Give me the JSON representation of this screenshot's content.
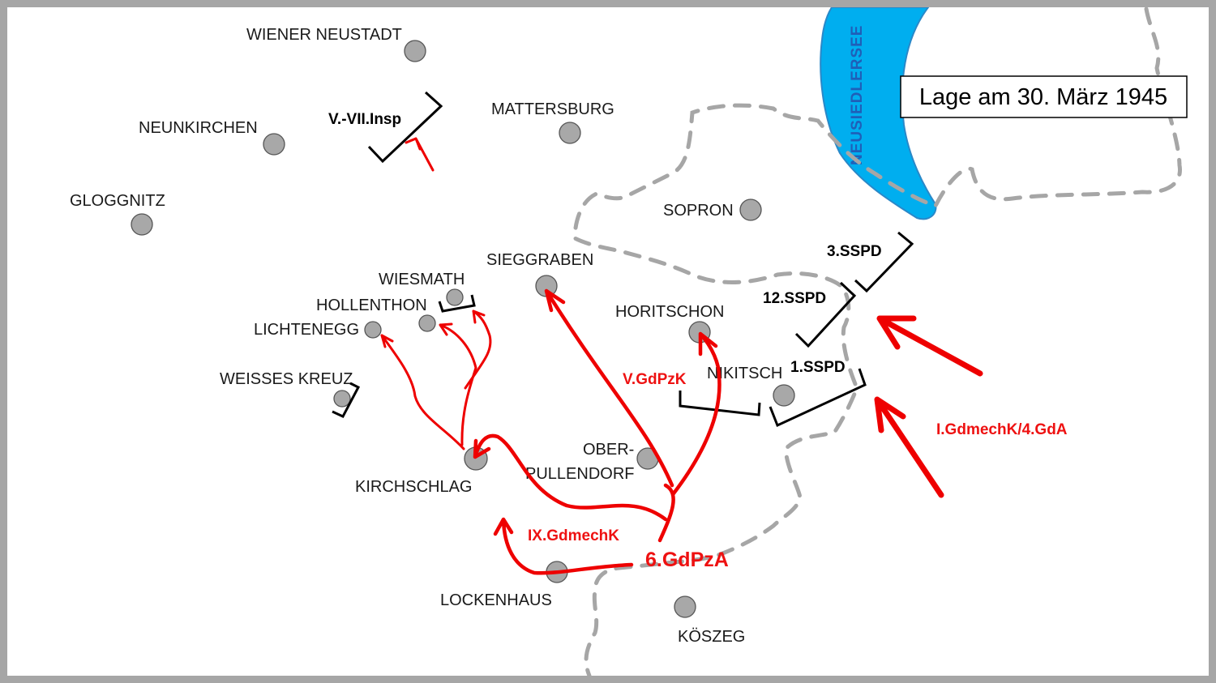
{
  "map": {
    "title": "Lage am 30. März 1945",
    "lake": "NEUSIEDLERSEE",
    "colors": {
      "lake": "#00aeef",
      "attack": "#ee0000",
      "front": "#000000",
      "border": "#a6a6a6",
      "city": "#a8a8a8"
    },
    "cities": {
      "wiener_neustadt": "WIENER NEUSTADT",
      "neunkirchen": "NEUNKIRCHEN",
      "mattersburg": "MATTERSBURG",
      "gloggnitz": "GLOGGNITZ",
      "sopron": "SOPRON",
      "sieggraben": "SIEGGRABEN",
      "wiesmath": "WIESMATH",
      "hollenthon": "HOLLENTHON",
      "lichtenegg": "LICHTENEGG",
      "horitschon": "HORITSCHON",
      "nikitsch": "NIKITSCH",
      "weisses_kreuz": "WEISSES KREUZ",
      "ober_pullendorf_1": "OBER-",
      "ober_pullendorf_2": "PULLENDORF",
      "kirchschlag": "KIRCHSCHLAG",
      "lockenhaus": "LOCKENHAUS",
      "koszeg": "KÖSZEG"
    },
    "units_german": {
      "insp": "V.-VII.Insp",
      "ss3": "3.SSPD",
      "ss12": "12.SSPD",
      "ss1": "1.SSPD"
    },
    "units_soviet": {
      "v_gdpzk": "V.GdPzK",
      "i_gdmechk": "I.GdmechK/4.GdA",
      "ix_gdmechk": "IX.GdmechK",
      "gdpza6": "6.GdPzA"
    }
  }
}
